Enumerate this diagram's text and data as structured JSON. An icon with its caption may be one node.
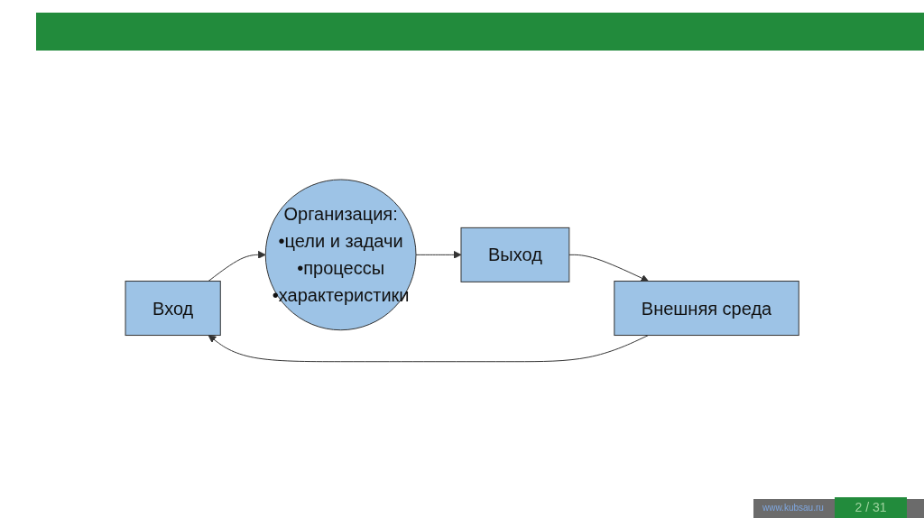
{
  "diagram": {
    "nodes": [
      {
        "text": [
          "Вход"
        ]
      },
      {
        "text": [
          "Организация:",
          "•цели и задачи",
          "•процессы",
          "•характеристики"
        ]
      },
      {
        "text": [
          "Выход"
        ]
      },
      {
        "text": [
          "Внешняя среда"
        ]
      }
    ],
    "edges": [
      {
        "from": 0,
        "to": 1,
        "arrow": "to"
      },
      {
        "from": 1,
        "to": 2,
        "arrow": "to"
      },
      {
        "from": 2,
        "to": 3,
        "arrow": "to"
      },
      {
        "from": 3,
        "to": 0,
        "arrow": "to"
      }
    ],
    "labels": [
      "www.kubsau.ru",
      "2 / 31"
    ]
  }
}
